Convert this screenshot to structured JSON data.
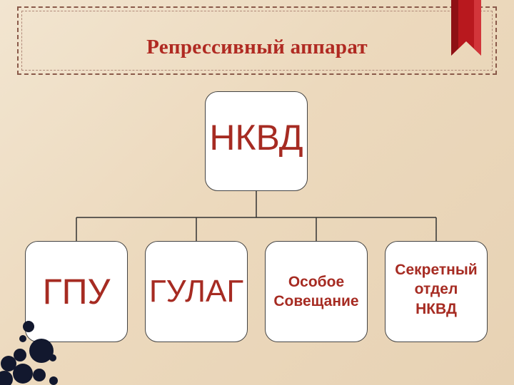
{
  "slide": {
    "title": "Репрессивный аппарат"
  },
  "org_chart": {
    "root": "НКВД",
    "children": [
      "ГПУ",
      "ГУЛАГ",
      "Особое\nСовещание",
      "Секретный\nотдел\nНКВД"
    ]
  },
  "colors": {
    "title": "#b02a22",
    "node_text": "#a62b22",
    "ribbon": "#b8181e",
    "background": "#ecd9bd"
  }
}
